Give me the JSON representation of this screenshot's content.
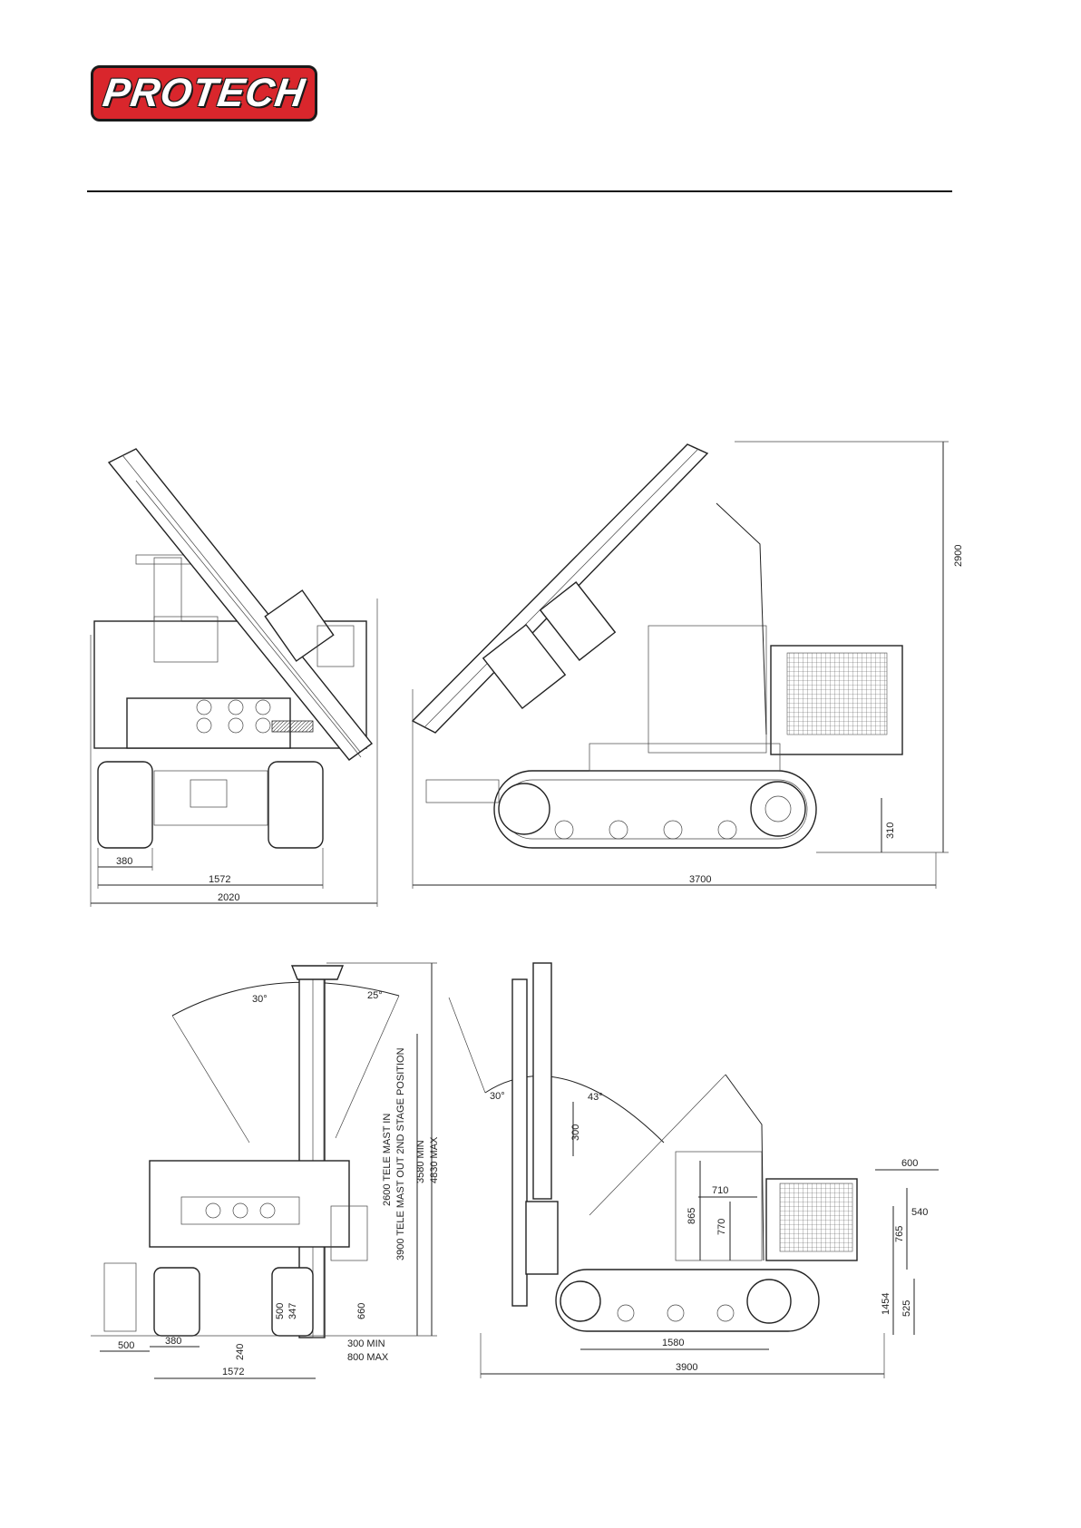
{
  "brand": {
    "name": "PROTECH",
    "color": "#d9262c",
    "outline": "#1a1a1a"
  },
  "dimensions": {
    "front_track_width": "380",
    "front_track_gauge": "1572",
    "front_overall_width": "2020",
    "side_ground_clearance": "310",
    "side_overall_length": "3700",
    "side_overall_height": "2900",
    "angle_left": "30°",
    "angle_right": "25°",
    "mast_in": "2600 TELE MAST IN",
    "mast_out": "3900 TELE MAST OUT 2ND STAGE POSITION",
    "height_min": "3580 MIN",
    "height_max": "4830 MAX",
    "offset_500": "500",
    "offset_380": "380",
    "offset_240": "240",
    "offset_500b": "500",
    "offset_347": "347",
    "offset_660": "660",
    "gauge_1572": "1572",
    "mast_shift_min": "300 MIN",
    "mast_shift_max": "800 MAX",
    "angle_side_left": "30°",
    "angle_side_right": "43°",
    "stroke_300": "300",
    "dim_710": "710",
    "dim_865": "865",
    "dim_770": "770",
    "dim_600": "600",
    "dim_540": "540",
    "dim_765": "765",
    "dim_1454": "1454",
    "dim_525": "525",
    "dim_1580": "1580",
    "dim_3900": "3900"
  }
}
